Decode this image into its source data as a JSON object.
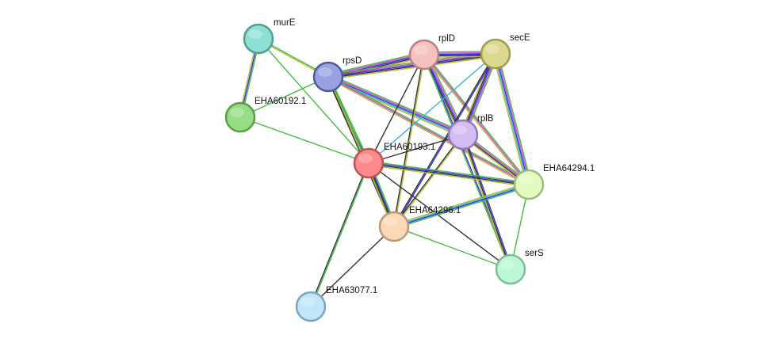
{
  "network": {
    "nodes": [
      {
        "id": "murE",
        "label": "murE",
        "color": "#8fe0d4",
        "stroke": "#4f9e93"
      },
      {
        "id": "rpsD",
        "label": "rpsD",
        "color": "#98a2e0",
        "stroke": "#4e5aa0"
      },
      {
        "id": "EHA60192.1",
        "label": "EHA60192.1",
        "color": "#98dd86",
        "stroke": "#56a046"
      },
      {
        "id": "rplD",
        "label": "rplD",
        "color": "#f6c1c1",
        "stroke": "#b58282"
      },
      {
        "id": "secE",
        "label": "secE",
        "color": "#dcd890",
        "stroke": "#9d9a52"
      },
      {
        "id": "rplB",
        "label": "rplB",
        "color": "#d4bdf3",
        "stroke": "#917bb5"
      },
      {
        "id": "EHA60193.1",
        "label": "EHA60193.1",
        "color": "#fb8a8a",
        "stroke": "#c0504e"
      },
      {
        "id": "EHA64294.1",
        "label": "EHA64294.1",
        "color": "#e3fbbe",
        "stroke": "#9eb984"
      },
      {
        "id": "EHA64296.1",
        "label": "EHA64296.1",
        "color": "#fcd9b6",
        "stroke": "#bb9977"
      },
      {
        "id": "serS",
        "label": "serS",
        "color": "#bdf7d5",
        "stroke": "#7ebd98"
      },
      {
        "id": "EHA63077.1",
        "label": "EHA63077.1",
        "color": "#c1e6fa",
        "stroke": "#7ba6c0"
      }
    ],
    "edges": [
      {
        "a": "murE",
        "b": "EHA60192.1",
        "colors": [
          "#44bb44",
          "#3333dd",
          "#bbbb33"
        ]
      },
      {
        "a": "murE",
        "b": "rpsD",
        "colors": [
          "#44bb44",
          "#bbbb33"
        ]
      },
      {
        "a": "murE",
        "b": "EHA60193.1",
        "colors": [
          "#44bb44"
        ]
      },
      {
        "a": "EHA60192.1",
        "b": "rpsD",
        "colors": [
          "#44bb44"
        ]
      },
      {
        "a": "EHA60192.1",
        "b": "EHA60193.1",
        "colors": [
          "#44bb44"
        ]
      },
      {
        "a": "rpsD",
        "b": "rplD",
        "colors": [
          "#44bb44",
          "#dd44dd",
          "#3333dd",
          "#333333",
          "#bbbb33"
        ]
      },
      {
        "a": "rpsD",
        "b": "secE",
        "colors": [
          "#44bb44",
          "#dd44dd",
          "#3333dd",
          "#333333",
          "#bbbb33"
        ]
      },
      {
        "a": "rpsD",
        "b": "rplB",
        "colors": [
          "#44bb44",
          "#dd44dd",
          "#3333dd",
          "#33bbcc",
          "#bbbb33"
        ]
      },
      {
        "a": "rpsD",
        "b": "EHA60193.1",
        "colors": [
          "#44bb44",
          "#3333dd",
          "#333333"
        ]
      },
      {
        "a": "rpsD",
        "b": "EHA64294.1",
        "colors": [
          "#44bb44",
          "#dd44dd",
          "#bbbb33"
        ]
      },
      {
        "a": "rpsD",
        "b": "EHA64296.1",
        "colors": [
          "#44bb44",
          "#bbbb33",
          "#333333"
        ]
      },
      {
        "a": "rplD",
        "b": "secE",
        "colors": [
          "#44bb44",
          "#dd44dd",
          "#3333dd",
          "#333333",
          "#bbbb33"
        ]
      },
      {
        "a": "rplD",
        "b": "rplB",
        "colors": [
          "#44bb44",
          "#dd44dd",
          "#3333dd",
          "#333333",
          "#bbbb33"
        ]
      },
      {
        "a": "rplD",
        "b": "EHA60193.1",
        "colors": [
          "#333333"
        ]
      },
      {
        "a": "rplD",
        "b": "EHA64294.1",
        "colors": [
          "#44bb44",
          "#dd44dd",
          "#bbbb33"
        ]
      },
      {
        "a": "rplD",
        "b": "EHA64296.1",
        "colors": [
          "#bbbb33",
          "#333333"
        ]
      },
      {
        "a": "rplD",
        "b": "serS",
        "colors": [
          "#3333dd",
          "#44bb44"
        ]
      },
      {
        "a": "secE",
        "b": "rplB",
        "colors": [
          "#44bb44",
          "#dd44dd",
          "#3333dd",
          "#333333",
          "#bbbb33"
        ]
      },
      {
        "a": "secE",
        "b": "EHA60193.1",
        "colors": [
          "#33bbcc"
        ]
      },
      {
        "a": "secE",
        "b": "EHA64294.1",
        "colors": [
          "#44bb44",
          "#dd44dd",
          "#3333dd",
          "#33bbcc",
          "#bbbb33"
        ]
      },
      {
        "a": "secE",
        "b": "EHA64296.1",
        "colors": [
          "#3333dd",
          "#333333"
        ]
      },
      {
        "a": "rplB",
        "b": "EHA60193.1",
        "colors": [
          "#333333"
        ]
      },
      {
        "a": "rplB",
        "b": "EHA64294.1",
        "colors": [
          "#44bb44",
          "#dd44dd",
          "#333333",
          "#bbbb33"
        ]
      },
      {
        "a": "rplB",
        "b": "EHA64296.1",
        "colors": [
          "#bbbb33",
          "#333333"
        ]
      },
      {
        "a": "rplB",
        "b": "serS",
        "colors": [
          "#3333dd",
          "#333333",
          "#bbbb33"
        ]
      },
      {
        "a": "EHA60193.1",
        "b": "EHA64294.1",
        "colors": [
          "#44bb44",
          "#3333dd",
          "#333333",
          "#bbbb33"
        ]
      },
      {
        "a": "EHA60193.1",
        "b": "EHA64296.1",
        "colors": [
          "#44bb44",
          "#3333dd",
          "#333333",
          "#bbbb33"
        ]
      },
      {
        "a": "EHA60193.1",
        "b": "EHA63077.1",
        "colors": [
          "#44bb44",
          "#333333"
        ]
      },
      {
        "a": "EHA60193.1",
        "b": "serS",
        "colors": [
          "#333333"
        ]
      },
      {
        "a": "EHA64294.1",
        "b": "EHA64296.1",
        "colors": [
          "#44bb44",
          "#3333dd",
          "#33bbcc",
          "#bbbb33"
        ]
      },
      {
        "a": "EHA64294.1",
        "b": "serS",
        "colors": [
          "#44bb44"
        ]
      },
      {
        "a": "EHA64296.1",
        "b": "serS",
        "colors": [
          "#44bb44"
        ]
      },
      {
        "a": "EHA64296.1",
        "b": "EHA63077.1",
        "colors": [
          "#333333"
        ]
      }
    ]
  }
}
